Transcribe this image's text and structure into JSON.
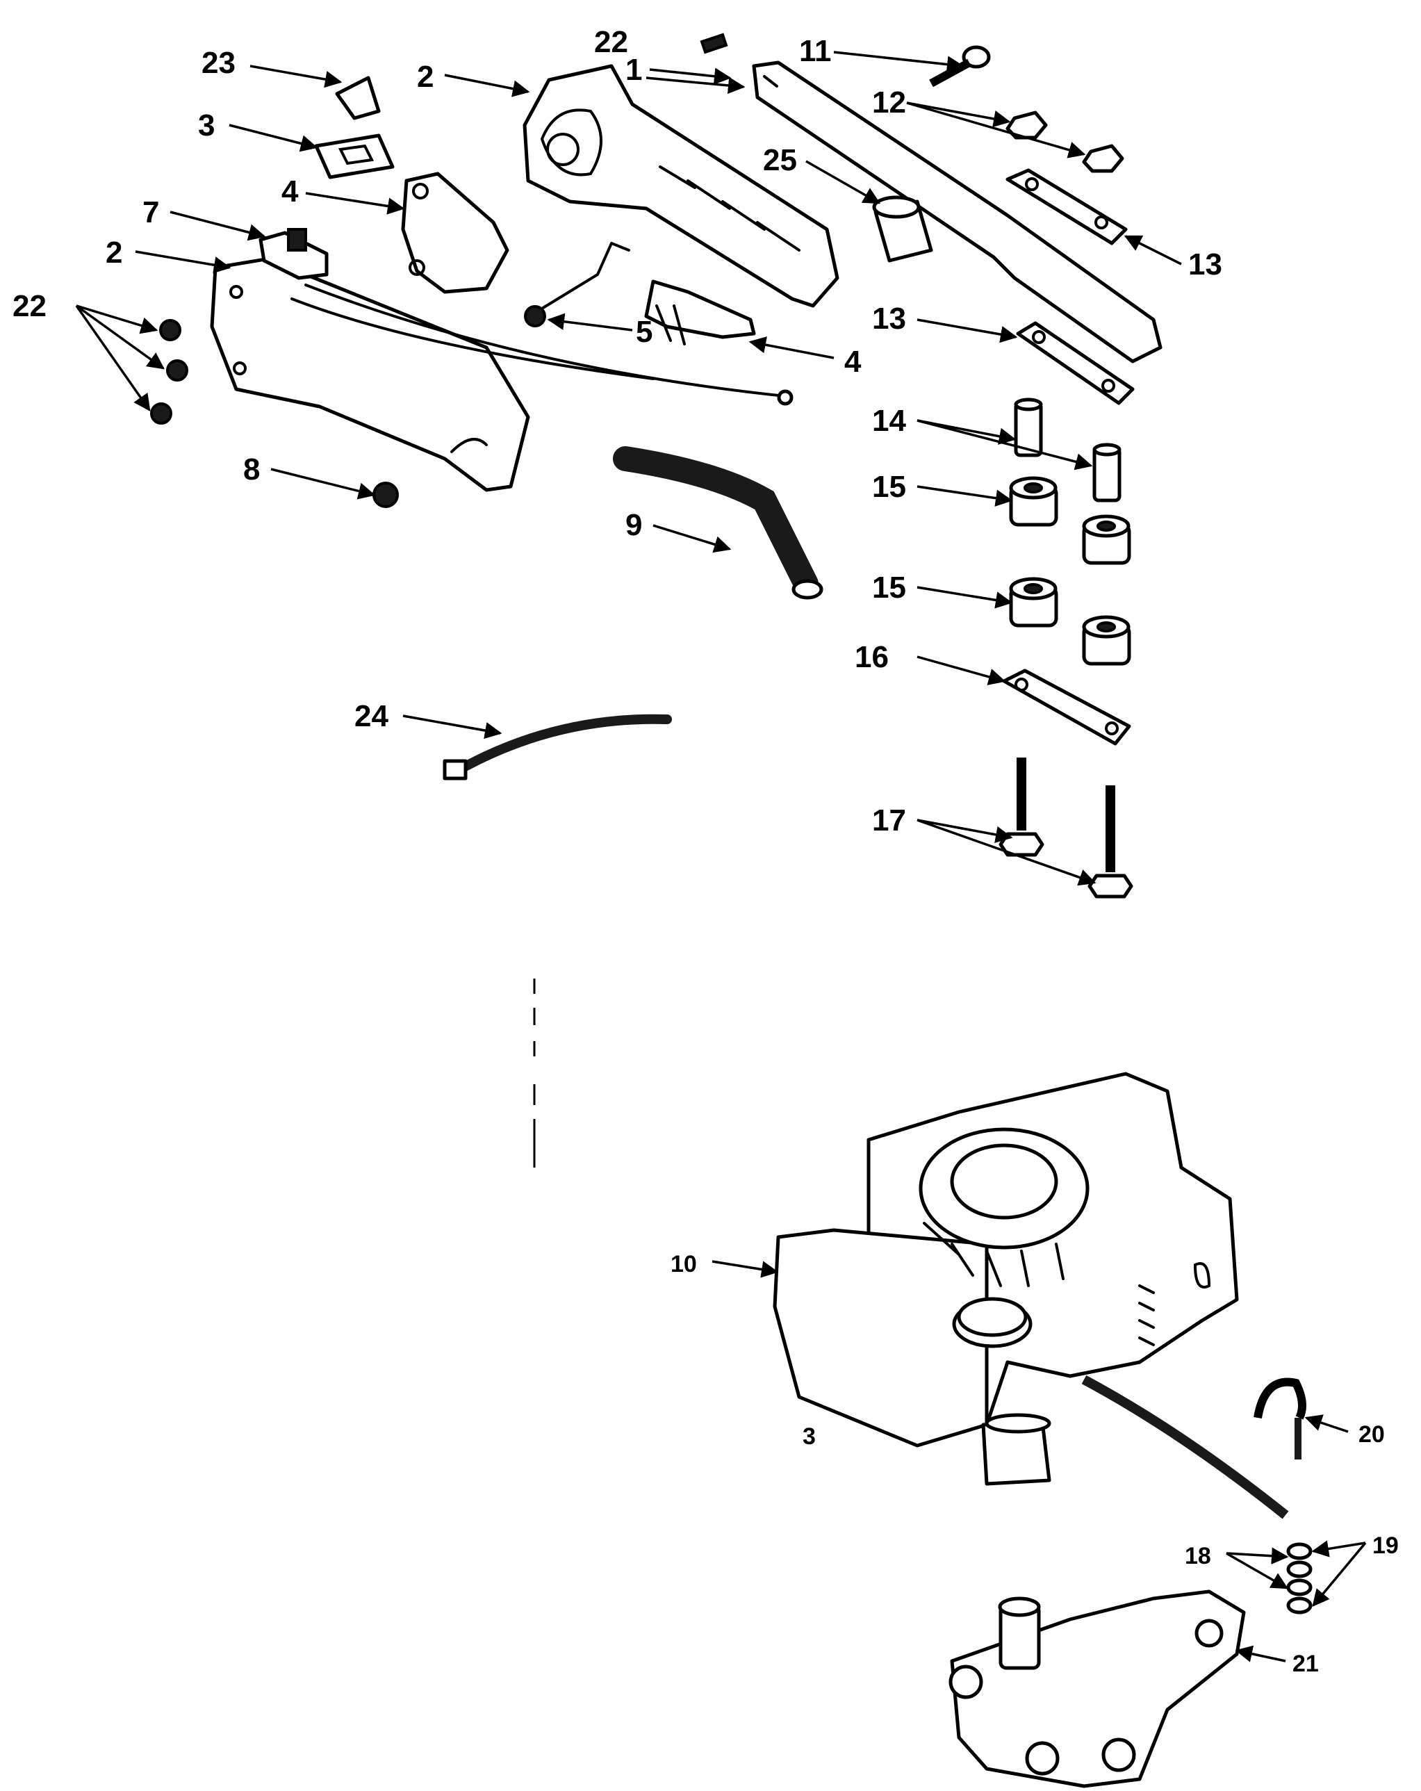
{
  "callouts": {
    "c1": "1",
    "c2a": "2",
    "c2b": "2",
    "c3a": "3",
    "c3b": "3",
    "c4a": "4",
    "c4b": "4",
    "c5": "5",
    "c7": "7",
    "c8": "8",
    "c9": "9",
    "c10": "10",
    "c11": "11",
    "c12": "12",
    "c13a": "13",
    "c13b": "13",
    "c14": "14",
    "c15a": "15",
    "c15b": "15",
    "c16": "16",
    "c17": "17",
    "c18": "18",
    "c19": "19",
    "c20": "20",
    "c21": "21",
    "c22a": "22",
    "c22b": "22",
    "c23": "23",
    "c24": "24",
    "c25": "25"
  },
  "colors": {
    "line": "#000000",
    "background": "#ffffff"
  }
}
